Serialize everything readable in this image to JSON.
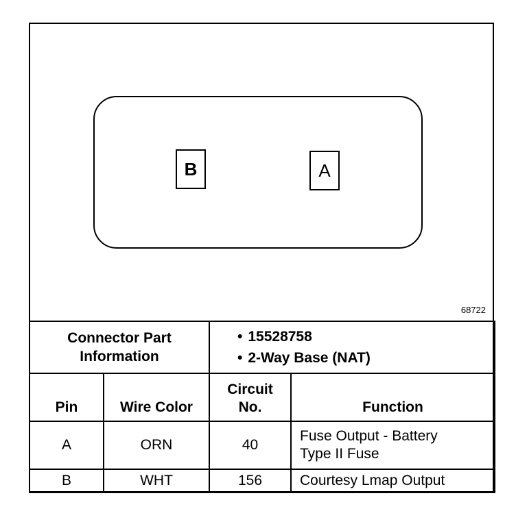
{
  "diagram": {
    "pins": [
      {
        "label": "B"
      },
      {
        "label": "A"
      }
    ],
    "reference_number": "68722"
  },
  "connector_info": {
    "label_line1": "Connector Part",
    "label_line2": "Information",
    "part_number": "15528758",
    "description": "2-Way Base (NAT)"
  },
  "table": {
    "headers": {
      "pin": "Pin",
      "wire_color": "Wire Color",
      "circuit_line1": "Circuit",
      "circuit_line2": "No.",
      "function": "Function"
    },
    "rows": [
      {
        "pin": "A",
        "wire_color": "ORN",
        "circuit": "40",
        "function_line1": "Fuse Output - Battery",
        "function_line2": "Type II Fuse"
      },
      {
        "pin": "B",
        "wire_color": "WHT",
        "circuit": "156",
        "function_line1": "Courtesy Lmap Output"
      }
    ]
  }
}
